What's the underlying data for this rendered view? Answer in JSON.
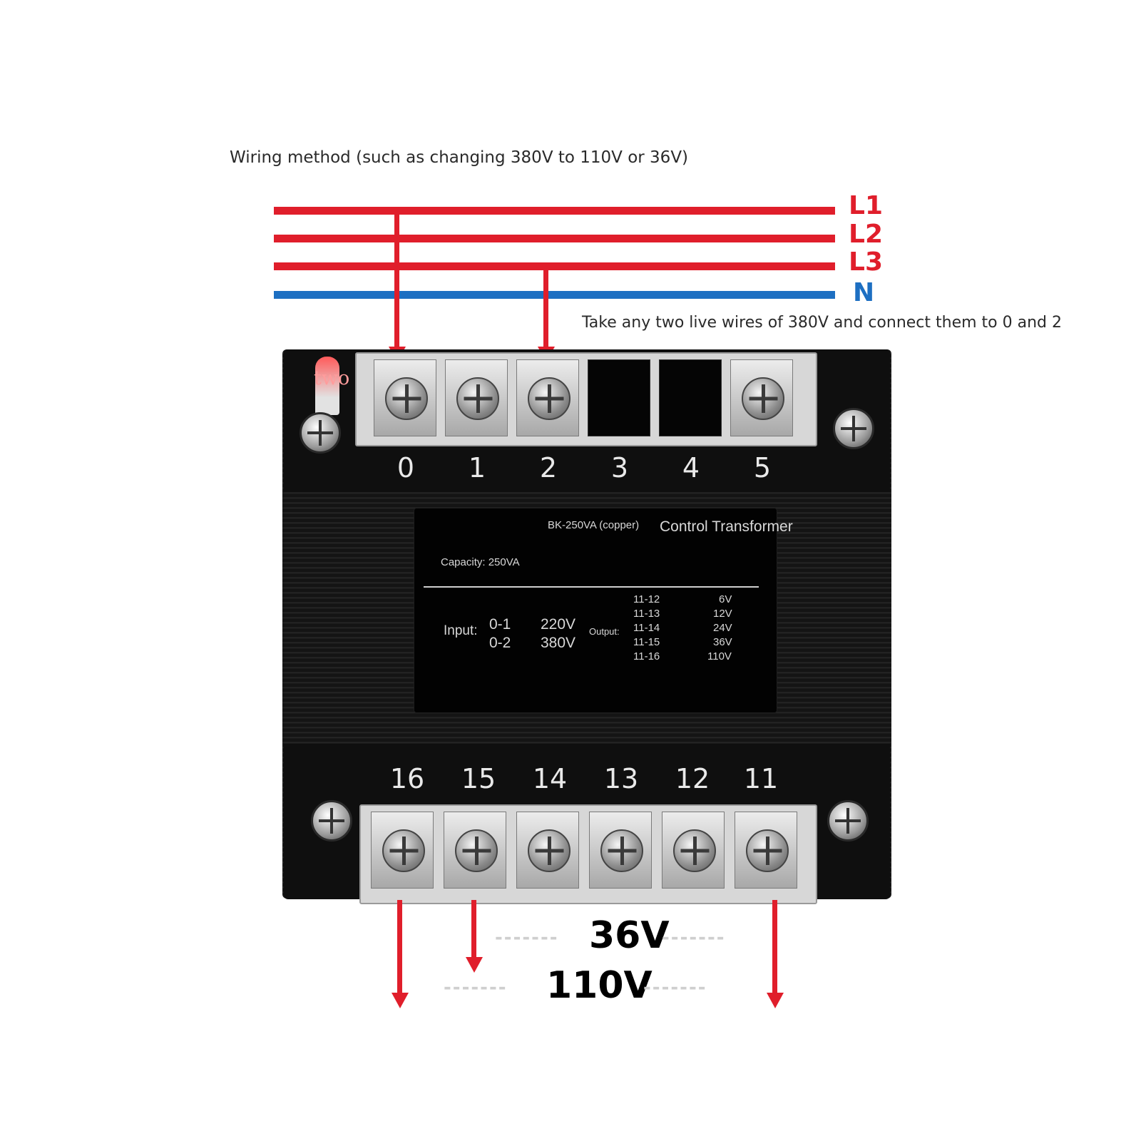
{
  "title": "Wiring method (such as changing 380V to 110V or 36V)",
  "supply_lines": [
    {
      "label": "L1",
      "color": "#e01e2b"
    },
    {
      "label": "L2",
      "color": "#e01e2b"
    },
    {
      "label": "L3",
      "color": "#e01e2b"
    },
    {
      "label": "N",
      "color": "#1d6fc2"
    }
  ],
  "note": "Take any two live wires of 380V and connect them to 0 and 2",
  "tab_text": "two",
  "top_terminals": [
    "0",
    "1",
    "2",
    "3",
    "4",
    "5"
  ],
  "bottom_terminals": [
    "16",
    "15",
    "14",
    "13",
    "12",
    "11"
  ],
  "nameplate": {
    "model": "BK-250VA (copper)",
    "product": "Control Transformer",
    "capacity": "Capacity: 250VA",
    "input_label": "Input:",
    "inputs": [
      {
        "terminals": "0-1",
        "voltage": "220V"
      },
      {
        "terminals": "0-2",
        "voltage": "380V"
      }
    ],
    "output_label": "Output:",
    "outputs": [
      {
        "terminals": "11-12",
        "voltage": "6V"
      },
      {
        "terminals": "11-13",
        "voltage": "12V"
      },
      {
        "terminals": "11-14",
        "voltage": "24V"
      },
      {
        "terminals": "11-15",
        "voltage": "36V"
      },
      {
        "terminals": "11-16",
        "voltage": "110V"
      }
    ]
  },
  "outputs_shown": {
    "upper": "36V",
    "lower": "110V",
    "dash": "-------"
  }
}
